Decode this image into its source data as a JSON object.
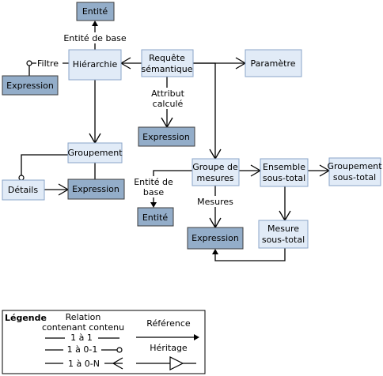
{
  "diagram": {
    "nodes": {
      "entite_top": "Entité",
      "hierarchie": "Hiérarchie",
      "requete_l1": "Requête",
      "requete_l2": "sémantique",
      "parametre": "Paramètre",
      "expr_filtre": "Expression",
      "expr_attr": "Expression",
      "groupement": "Groupement",
      "details": "Détails",
      "expr_groupement": "Expression",
      "groupe_l1": "Groupe de",
      "groupe_l2": "mesures",
      "ensemble_l1": "Ensemble",
      "ensemble_l2": "sous-total",
      "groupst_l1": "Groupement",
      "groupst_l2": "sous-total",
      "entite_bottom": "Entité",
      "expr_mesures": "Expression",
      "mesure_l1": "Mesure",
      "mesure_l2": "sous-total"
    },
    "edge_labels": {
      "entite_de_base": "Entité de base",
      "filtre": "Filtre",
      "attribut_l1": "Attribut",
      "attribut_l2": "calculé",
      "entite_de_base2_l1": "Entité de",
      "entite_de_base2_l2": "base",
      "mesures": "Mesures"
    }
  },
  "legend": {
    "title": "Légende",
    "relation_l1": "Relation",
    "relation_l2": "contenant contenu",
    "reference": "Référence",
    "one_to_one": "1 à 1",
    "one_to_zero_one": "1 à 0-1",
    "one_to_zero_n": "1 à 0-N",
    "heritage": "Héritage"
  }
}
